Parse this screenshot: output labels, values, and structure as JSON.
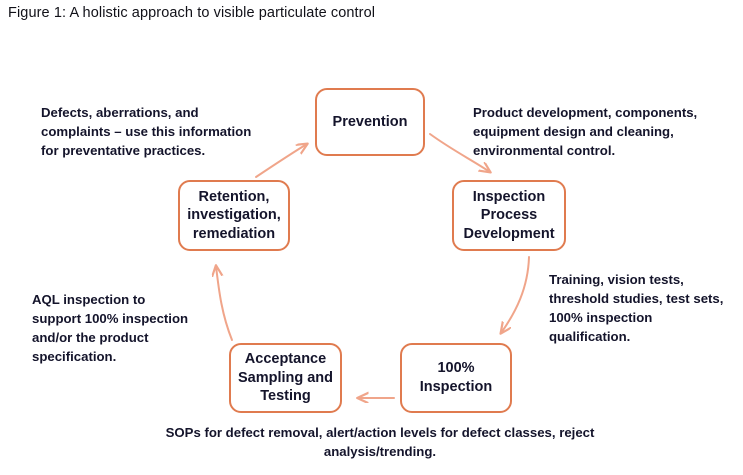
{
  "figure": {
    "caption": "Figure 1: A holistic approach to visible particulate control"
  },
  "colors": {
    "box_border": "#e07b4f",
    "arrow": "#f0a58a",
    "text": "#14142b",
    "background": "#ffffff",
    "caption_text": "#111118"
  },
  "diagram": {
    "type": "cycle",
    "direction": "clockwise",
    "nodes": [
      {
        "id": "prevention",
        "label": "Prevention"
      },
      {
        "id": "inspection-process-development",
        "label": "Inspection\nProcess\nDevelopment"
      },
      {
        "id": "hundred-percent-inspection",
        "label": "100%\nInspection"
      },
      {
        "id": "acceptance-sampling-testing",
        "label": "Acceptance\nSampling and\nTesting"
      },
      {
        "id": "retention-investigation-remediation",
        "label": "Retention,\ninvestigation,\nremediation"
      }
    ],
    "edges": [
      {
        "id": "prevention-to-inspection-process",
        "from": "prevention",
        "to": "inspection-process-development"
      },
      {
        "id": "inspection-process-to-hundred-percent",
        "from": "inspection-process-development",
        "to": "hundred-percent-inspection"
      },
      {
        "id": "hundred-percent-to-acceptance",
        "from": "hundred-percent-inspection",
        "to": "acceptance-sampling-testing"
      },
      {
        "id": "acceptance-to-retention",
        "from": "acceptance-sampling-testing",
        "to": "retention-investigation-remediation"
      },
      {
        "id": "retention-to-prevention",
        "from": "retention-investigation-remediation",
        "to": "prevention"
      }
    ],
    "annotations": [
      {
        "id": "prevention-input",
        "position": "top-left",
        "text": "Defects, aberrations, and\ncomplaints – use this information\nfor preventative practices."
      },
      {
        "id": "prevention-output",
        "position": "top-right",
        "text": "Product development, components,\nequipment design and cleaning,\nenvironmental control."
      },
      {
        "id": "inspection-process-output",
        "position": "right",
        "text": "Training, vision tests,\nthreshold studies, test sets,\n100% inspection\nqualification."
      },
      {
        "id": "acceptance-output",
        "position": "left",
        "text": "AQL inspection to\nsupport 100% inspection\nand/or the product\nspecification."
      },
      {
        "id": "hundred-percent-output",
        "position": "bottom",
        "text": "SOPs for defect removal, alert/action levels for defect classes, reject\nanalysis/trending."
      }
    ]
  }
}
